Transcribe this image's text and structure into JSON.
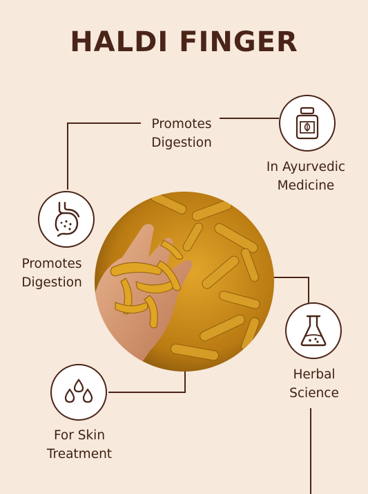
{
  "page": {
    "title": "HALDI FINGER"
  },
  "features": [
    {
      "label_line1": "Promotes",
      "label_line2": "Digestion",
      "icon": "none"
    },
    {
      "label_line1": "In Ayurvedic",
      "label_line2": "Medicine",
      "icon": "medicine-bottle-icon"
    },
    {
      "label_line1": "Promotes",
      "label_line2": "Digestion",
      "icon": "stomach-icon"
    },
    {
      "label_line1": "Herbal",
      "label_line2": "Science",
      "icon": "flask-icon"
    },
    {
      "label_line1": "For Skin",
      "label_line2": "Treatment",
      "icon": "droplets-icon"
    }
  ],
  "photo": {
    "subject": "turmeric-fingers-in-hand"
  },
  "colors": {
    "background": "#f7e9dc",
    "text": "#4a2418",
    "turmeric": "#d49a1c"
  }
}
